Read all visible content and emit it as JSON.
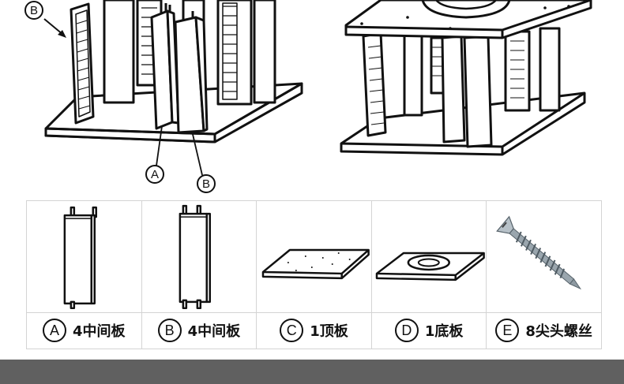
{
  "callouts": {
    "b_top": "B",
    "a_bottom": "A",
    "b_bottom": "B"
  },
  "parts": [
    {
      "letter": "A",
      "label": "4中间板"
    },
    {
      "letter": "B",
      "label": "4中间板"
    },
    {
      "letter": "C",
      "label": "1顶板"
    },
    {
      "letter": "D",
      "label": "1底板"
    },
    {
      "letter": "E",
      "label": "8尖头螺丝"
    }
  ]
}
